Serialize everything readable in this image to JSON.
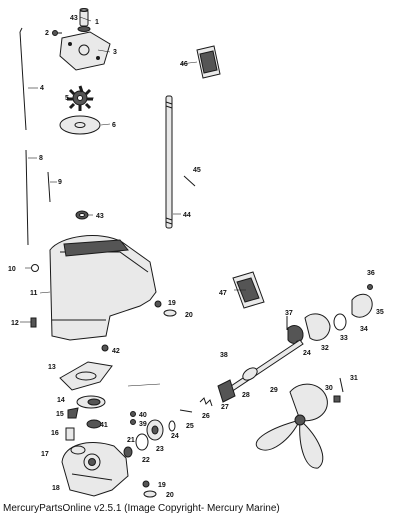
{
  "footer": {
    "text": "MercuryPartsOnline v2.5.1 (Image Copyright- Mercury Marine)"
  },
  "diagram": {
    "callouts": [
      {
        "id": "c43a",
        "label": "43"
      },
      {
        "id": "c1",
        "label": "1"
      },
      {
        "id": "c2",
        "label": "2"
      },
      {
        "id": "c3",
        "label": "3"
      },
      {
        "id": "c46",
        "label": "46"
      },
      {
        "id": "c4",
        "label": "4"
      },
      {
        "id": "c5",
        "label": "5"
      },
      {
        "id": "c6",
        "label": "6"
      },
      {
        "id": "c8",
        "label": "8"
      },
      {
        "id": "c9",
        "label": "9"
      },
      {
        "id": "c45",
        "label": "45"
      },
      {
        "id": "c43b",
        "label": "43"
      },
      {
        "id": "c44",
        "label": "44"
      },
      {
        "id": "c10",
        "label": "10"
      },
      {
        "id": "c11",
        "label": "11"
      },
      {
        "id": "c36",
        "label": "36"
      },
      {
        "id": "c47",
        "label": "47"
      },
      {
        "id": "c19a",
        "label": "19"
      },
      {
        "id": "c20a",
        "label": "20"
      },
      {
        "id": "c35",
        "label": "35"
      },
      {
        "id": "c37",
        "label": "37"
      },
      {
        "id": "c12",
        "label": "12"
      },
      {
        "id": "c34",
        "label": "34"
      },
      {
        "id": "c33",
        "label": "33"
      },
      {
        "id": "c32",
        "label": "32"
      },
      {
        "id": "c24a",
        "label": "24"
      },
      {
        "id": "c42",
        "label": "42"
      },
      {
        "id": "c38",
        "label": "38"
      },
      {
        "id": "c13",
        "label": "13"
      },
      {
        "id": "c29",
        "label": "29"
      },
      {
        "id": "c31",
        "label": "31"
      },
      {
        "id": "c30",
        "label": "30"
      },
      {
        "id": "c28",
        "label": "28"
      },
      {
        "id": "c14",
        "label": "14"
      },
      {
        "id": "c27",
        "label": "27"
      },
      {
        "id": "c40",
        "label": "40"
      },
      {
        "id": "c15",
        "label": "15"
      },
      {
        "id": "c39",
        "label": "39"
      },
      {
        "id": "c26",
        "label": "26"
      },
      {
        "id": "c25",
        "label": "25"
      },
      {
        "id": "c41",
        "label": "41"
      },
      {
        "id": "c24b",
        "label": "24"
      },
      {
        "id": "c16",
        "label": "16"
      },
      {
        "id": "c23",
        "label": "23"
      },
      {
        "id": "c21",
        "label": "21"
      },
      {
        "id": "c17",
        "label": "17"
      },
      {
        "id": "c22",
        "label": "22"
      },
      {
        "id": "c19b",
        "label": "19"
      },
      {
        "id": "c18",
        "label": "18"
      },
      {
        "id": "c20b",
        "label": "20"
      }
    ]
  }
}
